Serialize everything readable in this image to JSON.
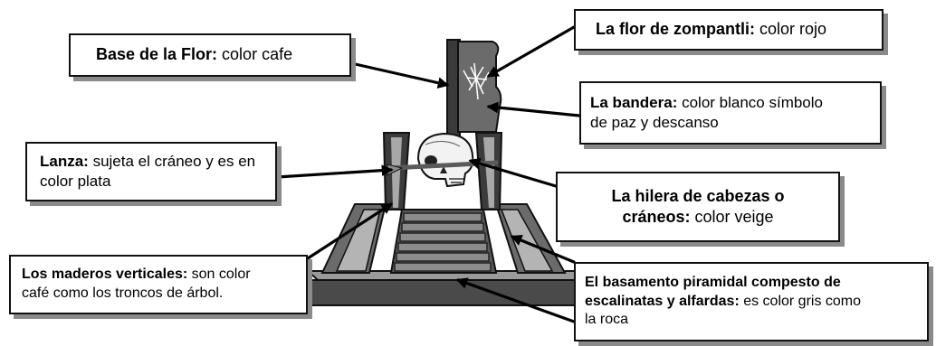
{
  "labels": {
    "base_flor": {
      "term": "Base de la Flor:",
      "desc": " color cafe"
    },
    "flor": {
      "term": "La flor de zompantli:",
      "desc": "  color rojo"
    },
    "bandera": {
      "term": "La bandera:",
      "desc": "  color blanco símbolo",
      "line2": "de paz y descanso"
    },
    "lanza": {
      "term": "Lanza:",
      "desc": "  sujeta el cráneo y es en",
      "line2": "color plata"
    },
    "hilera": {
      "line1": "La hilera de cabezas o",
      "term2": "cráneos:",
      "desc2": " color veige"
    },
    "maderos": {
      "term": "Los maderos verticales:",
      "desc": " son color",
      "line2": "café como los troncos de árbol."
    },
    "basamento": {
      "line1": "El basamento piramidal compesto de",
      "term2": "escalinatas y alfardas:",
      "desc2": "  es color gris como",
      "line3": "la roca"
    }
  },
  "colors": {
    "dark_gray": "#3c3c3c",
    "mid_gray": "#6b6b6b",
    "light_gray": "#b4b4b4",
    "arrow": "#000000"
  }
}
